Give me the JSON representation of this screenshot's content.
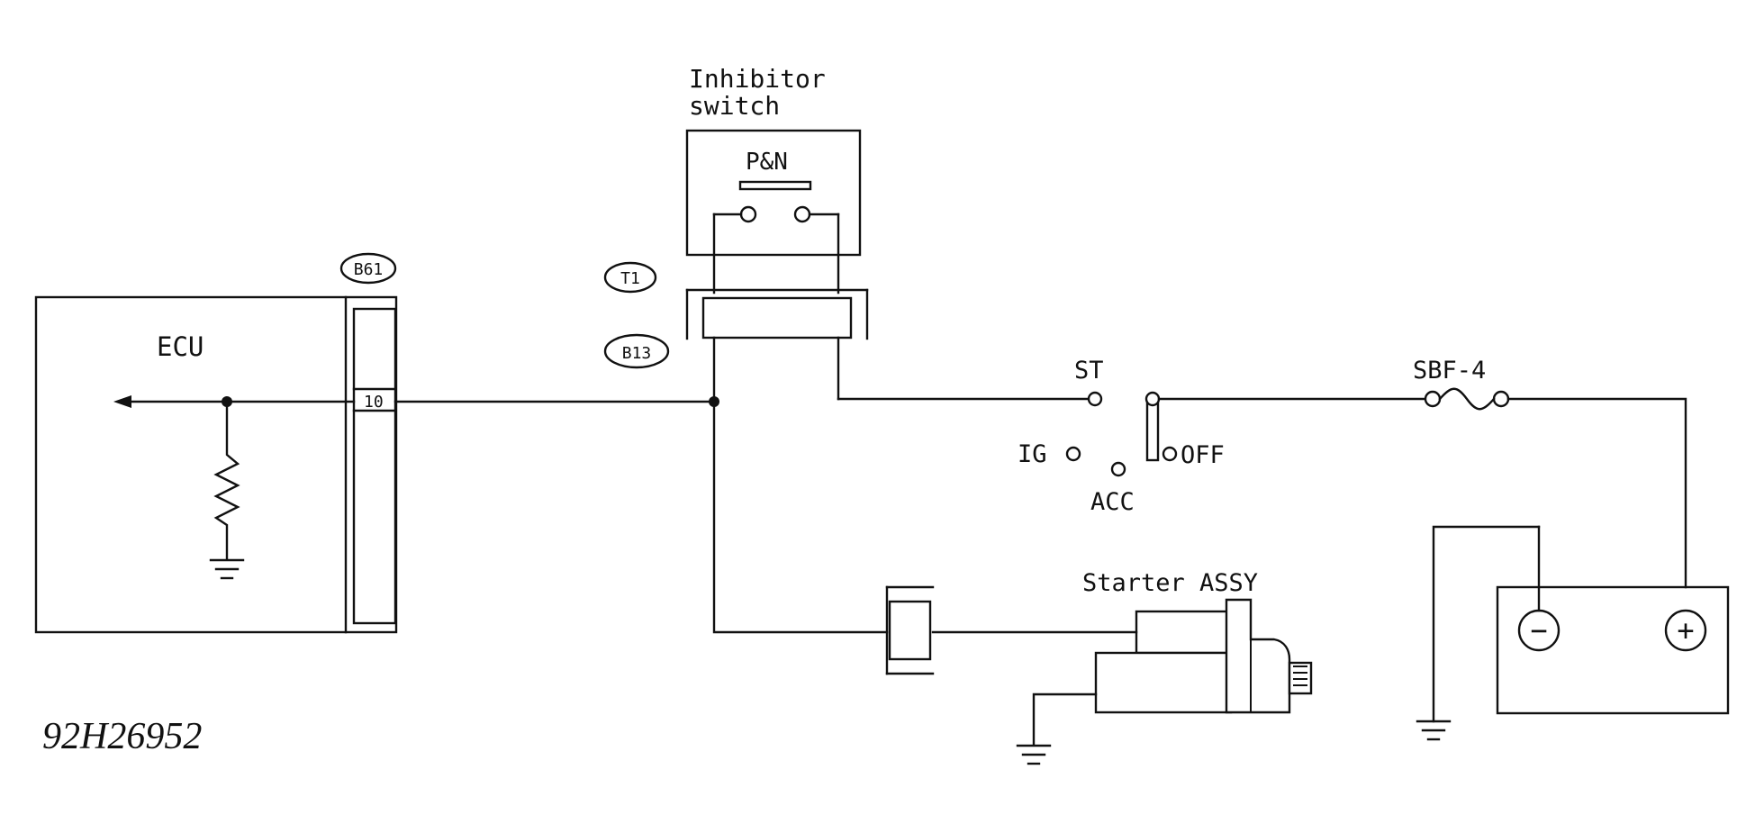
{
  "ecu": {
    "label": "ECU"
  },
  "connectors": {
    "b61": "B61",
    "t1": "T1",
    "b13": "B13",
    "pin": "10"
  },
  "inhibitor_switch": {
    "title_line1": "Inhibitor",
    "title_line2": "switch",
    "contact_label": "P&N"
  },
  "ignition_switch": {
    "st": "ST",
    "ig": "IG",
    "acc": "ACC",
    "off": "OFF"
  },
  "fuse": {
    "label": "SBF-4"
  },
  "starter": {
    "label": "Starter ASSY"
  },
  "battery": {
    "neg": "−",
    "pos": "+"
  },
  "figure_id": "92H26952",
  "colors": {
    "line": "#111111",
    "background": "#ffffff"
  }
}
